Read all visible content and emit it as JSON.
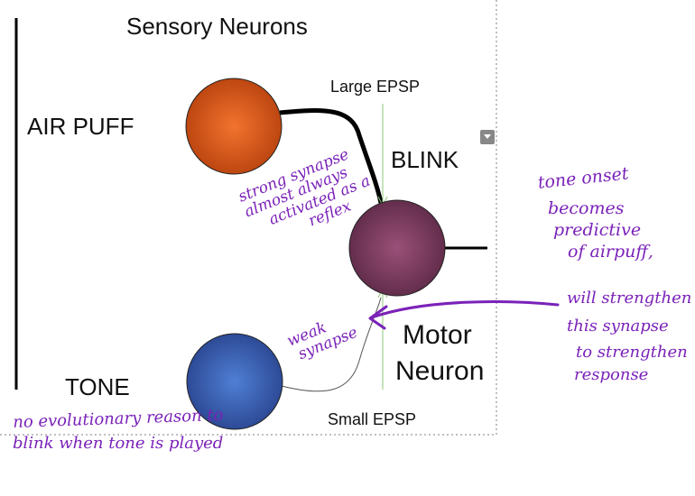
{
  "slide": {
    "title": "Sensory Neurons",
    "air_puff": "AIR PUFF",
    "tone": "TONE",
    "blink": "BLINK",
    "motor_line1": "Motor",
    "motor_line2": "Neuron",
    "large_epsp": "Large EPSP",
    "small_epsp": "Small EPSP"
  },
  "annotations": {
    "strong_synapse": [
      "strong synapse",
      "almost always",
      "activated as a",
      "reflex"
    ],
    "weak_synapse": [
      "weak",
      "synapse"
    ],
    "tone_onset": [
      "tone onset",
      "becomes",
      "predictive",
      "of airpuff,"
    ],
    "strengthen": [
      "will strengthen",
      "this synapse",
      "to strengthen",
      "response"
    ],
    "no_reason": [
      "no evolutionary reason to",
      "blink when tone is played"
    ]
  },
  "colors": {
    "air_puff_neuron": "#e0601f",
    "tone_neuron": "#3d63b5",
    "motor_neuron": "#86416a",
    "ink": "#7a22b8"
  }
}
